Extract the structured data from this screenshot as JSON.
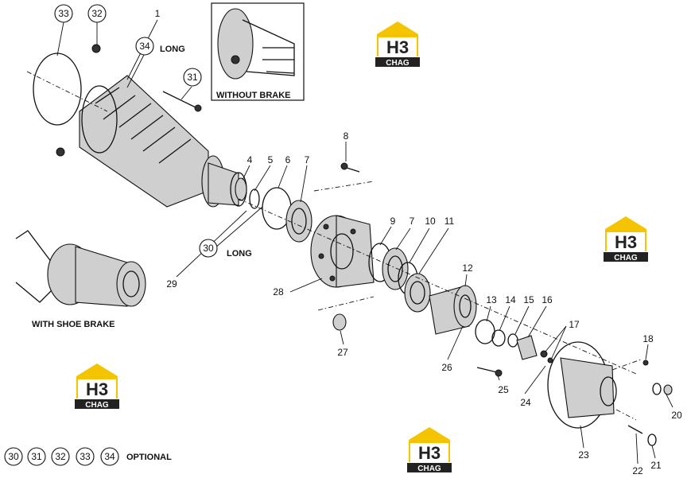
{
  "parts": [
    {
      "id": "p1",
      "label": "1",
      "circled": false
    },
    {
      "id": "p4",
      "label": "4",
      "circled": false
    },
    {
      "id": "p5",
      "label": "5",
      "circled": false
    },
    {
      "id": "p6",
      "label": "6",
      "circled": false
    },
    {
      "id": "p7a",
      "label": "7",
      "circled": false
    },
    {
      "id": "p8",
      "label": "8",
      "circled": false
    },
    {
      "id": "p9",
      "label": "9",
      "circled": false
    },
    {
      "id": "p7b",
      "label": "7",
      "circled": false
    },
    {
      "id": "p10",
      "label": "10",
      "circled": false
    },
    {
      "id": "p11",
      "label": "11",
      "circled": false
    },
    {
      "id": "p12",
      "label": "12",
      "circled": false
    },
    {
      "id": "p13",
      "label": "13",
      "circled": false
    },
    {
      "id": "p14",
      "label": "14",
      "circled": false
    },
    {
      "id": "p15",
      "label": "15",
      "circled": false
    },
    {
      "id": "p16",
      "label": "16",
      "circled": false
    },
    {
      "id": "p17",
      "label": "17",
      "circled": false
    },
    {
      "id": "p18",
      "label": "18",
      "circled": false
    },
    {
      "id": "p20",
      "label": "20",
      "circled": false
    },
    {
      "id": "p21",
      "label": "21",
      "circled": false
    },
    {
      "id": "p22",
      "label": "22",
      "circled": false
    },
    {
      "id": "p23",
      "label": "23",
      "circled": false
    },
    {
      "id": "p24",
      "label": "24",
      "circled": false
    },
    {
      "id": "p25",
      "label": "25",
      "circled": false
    },
    {
      "id": "p26",
      "label": "26",
      "circled": false
    },
    {
      "id": "p27",
      "label": "27",
      "circled": false
    },
    {
      "id": "p28",
      "label": "28",
      "circled": false
    },
    {
      "id": "p29",
      "label": "29",
      "circled": false
    },
    {
      "id": "p30",
      "label": "30",
      "circled": true
    },
    {
      "id": "p31",
      "label": "31",
      "circled": true
    },
    {
      "id": "p32",
      "label": "32",
      "circled": true
    },
    {
      "id": "p33",
      "label": "33",
      "circled": true
    },
    {
      "id": "p34",
      "label": "34",
      "circled": true
    }
  ],
  "captions": {
    "long_top": "LONG",
    "long_mid": "LONG",
    "without_brake": "WITHOUT BRAKE",
    "with_shoe_brake": "WITH SHOE BRAKE"
  },
  "legend": {
    "items": [
      "30",
      "31",
      "32",
      "33",
      "34"
    ],
    "text": "OPTIONAL"
  },
  "watermark": {
    "mark": "H3",
    "word": "CHAG",
    "color_yellow": "#f5c400",
    "color_dark": "#222222"
  }
}
